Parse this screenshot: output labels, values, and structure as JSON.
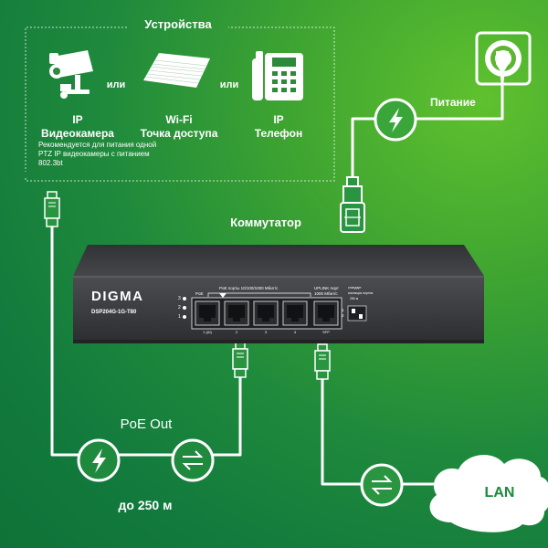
{
  "devices": {
    "title": "Устройства",
    "or_1": "или",
    "or_2": "или",
    "camera": {
      "line1": "IP",
      "line2": "Видеокамера",
      "icon": "security-camera-icon"
    },
    "note": "Рекомендуется для питания одной PTZ IP видеокамеры с питанием 802.3bt",
    "access_point": {
      "line1": "Wi-Fi",
      "line2": "Точка доступа",
      "icon": "wifi-access-point-icon"
    },
    "phone": {
      "line1": "IP",
      "line2": "Телефон",
      "icon": "ip-phone-icon"
    }
  },
  "power": {
    "label": "Питание",
    "icon": "lightning-icon",
    "socket_icon": "power-socket-icon",
    "plug_icon": "power-plug-icon"
  },
  "switch": {
    "title": "Коммутатор",
    "brand": "DIGMA",
    "model": "DSP204G-1G-T80",
    "poe_ports_label": "PoE порты 10/100/1000 Мбит/с",
    "poe_tag": "PoE",
    "uplink_label_1": "UPLINK порт",
    "uplink_label_2": "1000 Мбит/с",
    "mode_label_1": "стандарт",
    "mode_label_2": "изоляция портов",
    "mode_label_3": "250 м",
    "dip_1": "1",
    "dip_2": "2",
    "led_1": "1",
    "led_2": "2",
    "led_3": "3",
    "port_labels": [
      "1 (AI)",
      "2",
      "3",
      "4",
      "SFP"
    ]
  },
  "poe_out": {
    "label": "PoE Out",
    "distance": "до 250 м",
    "power_icon": "lightning-icon",
    "data_icon": "data-exchange-arrows-icon"
  },
  "lan": {
    "label": "LAN",
    "icon": "cloud-icon",
    "data_icon": "data-exchange-arrows-icon"
  },
  "colors": {
    "line": "#ffffff",
    "device_body": "#ffffff",
    "cable_fill": "#2fa045"
  }
}
